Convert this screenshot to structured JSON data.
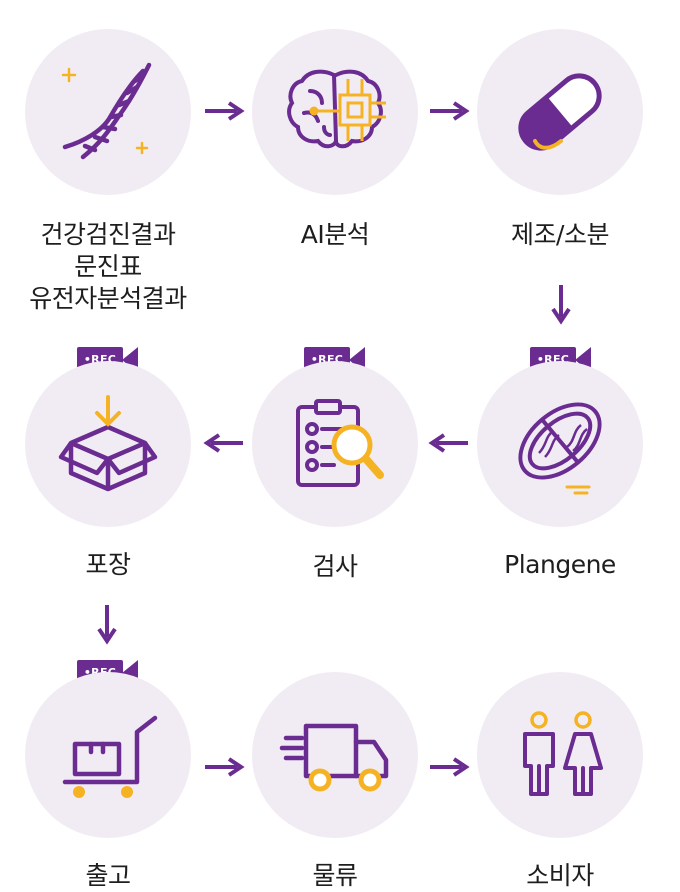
{
  "colors": {
    "purple": "#6a2c91",
    "yellow": "#f5b324",
    "circle": "#f1ecf4",
    "text": "#1e1e1e"
  },
  "steps": [
    {
      "label": "건강검진결과\n문진표\n유전자분석결과",
      "icon": "dna-icon"
    },
    {
      "label": "AI분석",
      "icon": "ai-brain-icon"
    },
    {
      "label": "제조/소분",
      "icon": "capsule-icon"
    },
    {
      "label": "Plangene",
      "icon": "plangene-capsule-icon"
    },
    {
      "label": "검사",
      "icon": "inspection-clipboard-icon"
    },
    {
      "label": "포장",
      "icon": "box-icon"
    },
    {
      "label": "출고",
      "icon": "hand-truck-icon"
    },
    {
      "label": "물류",
      "icon": "delivery-truck-icon"
    },
    {
      "label": "소비자",
      "icon": "consumers-icon"
    }
  ],
  "rec_badge": "•REC"
}
